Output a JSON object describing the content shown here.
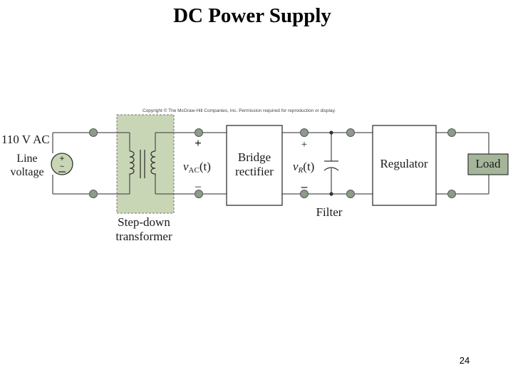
{
  "title": "DC Power Supply",
  "page_number": "24",
  "diagram": {
    "copyright": "Copyright © The McGraw-Hill Companies, Inc. Permission required for reproduction or display.",
    "source_voltage": "110 V AC",
    "source_label_line1": "Line",
    "source_label_line2": "voltage",
    "transformer_label_line1": "Step-down",
    "transformer_label_line2": "transformer",
    "vac_plus": "+",
    "vac_symbol": "v",
    "vac_sub": "AC",
    "vac_arg": "(t)",
    "vac_minus": "–",
    "rectifier_line1": "Bridge",
    "rectifier_line2": "rectifier",
    "vr_plus": "+",
    "vr_symbol": "v",
    "vr_sub": "R",
    "vr_arg": "(t)",
    "vr_minus": "–",
    "filter_label": "Filter",
    "regulator_label": "Regulator",
    "load_label": "Load",
    "colors": {
      "transformer_fill": "#c9d6b6",
      "load_fill": "#a5b59a",
      "terminal_fill": "#8c9c86",
      "wire": "#555555"
    }
  }
}
